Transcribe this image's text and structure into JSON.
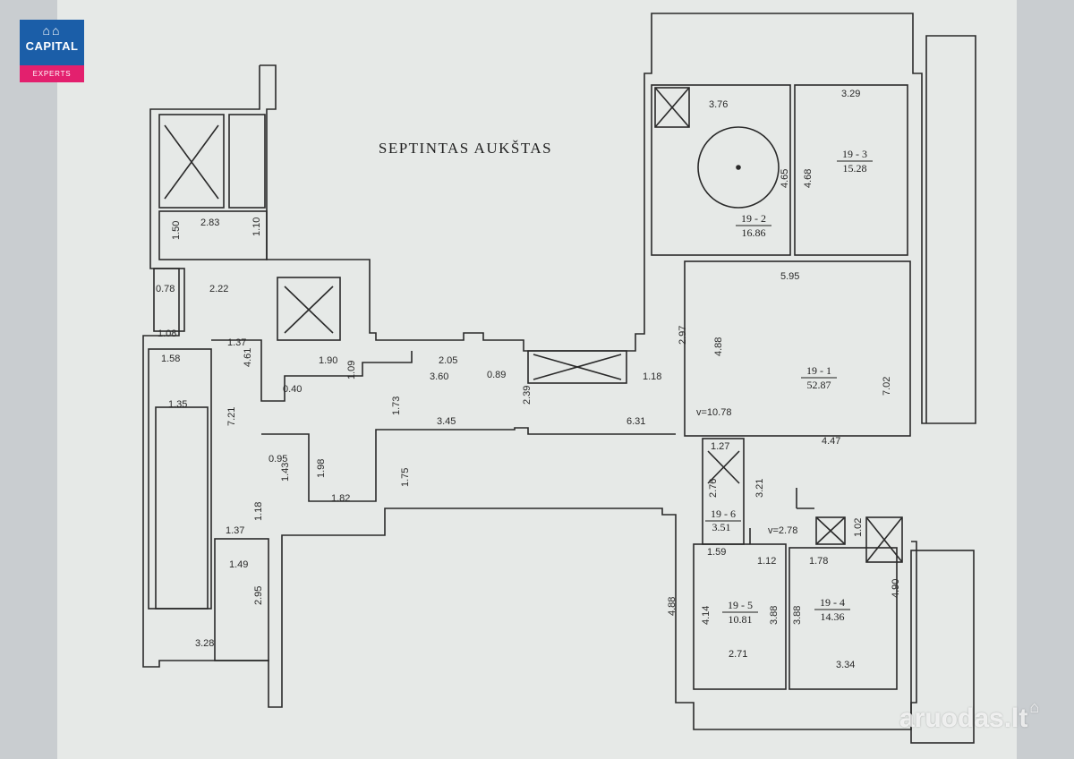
{
  "logo": {
    "name": "CAPITAL",
    "tagline": "EXPERTS"
  },
  "watermark": "aruodas.lt",
  "title": "SEPTINTAS AUKŠTAS",
  "colors": {
    "paper": "#e6e9e7",
    "background": "#c9cdd0",
    "line": "#2a2a2a",
    "logo_blue": "#1b5ea8",
    "logo_pink": "#e3206e"
  },
  "rooms": [
    {
      "id": "19 - 1",
      "area": "52.87"
    },
    {
      "id": "19 - 2",
      "area": "16.86"
    },
    {
      "id": "19 - 3",
      "area": "15.28"
    },
    {
      "id": "19 - 4",
      "area": "14.36"
    },
    {
      "id": "19 - 5",
      "area": "10.81"
    },
    {
      "id": "19 - 6",
      "area": "3.51"
    }
  ],
  "dimensions": {
    "d283": "2.83",
    "d150": "1.50",
    "d110": "1.10",
    "d078": "0.78",
    "d222": "2.22",
    "d108": "1.08",
    "d137a": "1.37",
    "d158": "1.58",
    "d461": "4.61",
    "d040": "0.40",
    "d190": "1.90",
    "d109": "1.09",
    "d205": "2.05",
    "d360": "3.60",
    "d089": "0.89",
    "d135": "1.35",
    "d721": "7.21",
    "d173": "1.73",
    "d345": "3.45",
    "d239": "2.39",
    "d095": "0.95",
    "d143": "1.43",
    "d198": "1.98",
    "d182": "1.82",
    "d175": "1.75",
    "d137b": "1.37",
    "d118a": "1.18",
    "d149": "1.49",
    "d295": "2.95",
    "d328": "3.28",
    "d376": "3.76",
    "d465": "4.65",
    "d468": "4.68",
    "d329": "3.29",
    "d595": "5.95",
    "d297": "2.97",
    "d488a": "4.88",
    "d118b": "1.18",
    "d631": "6.31",
    "v1078": "v=10.78",
    "d702": "7.02",
    "d447": "4.47",
    "d127": "1.27",
    "d276": "2.76",
    "d321": "3.21",
    "v278": "v=2.78",
    "d102": "1.02",
    "d159": "1.59",
    "d112": "1.12",
    "d178": "1.78",
    "d490": "4.90",
    "d488b": "4.88",
    "d414": "4.14",
    "d388a": "3.88",
    "d388b": "3.88",
    "d271": "2.71",
    "d334": "3.34"
  }
}
